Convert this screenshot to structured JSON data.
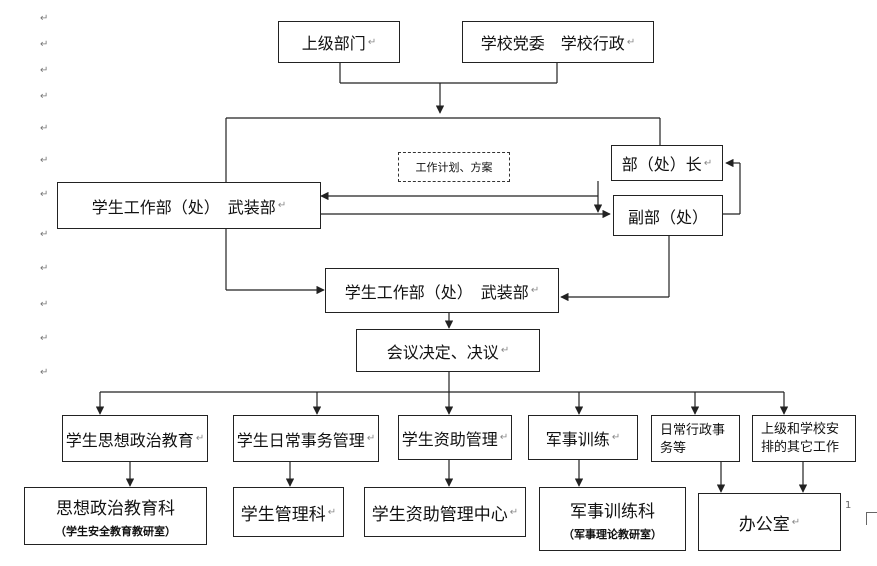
{
  "org_chart": {
    "top": {
      "superior_dept": "上级部门",
      "school_party_admin": "学校党委　学校行政"
    },
    "plan_note": "工作计划、方案",
    "department_head": "部（处）长",
    "deputy_head": "副部（处）",
    "student_affairs_upper": "学生工作部（处）　武装部",
    "student_affairs_lower": "学生工作部（处）　武装部",
    "meeting_decision": "会议决定、决议",
    "branches": [
      {
        "label": "学生思想政治教育",
        "office": "思想政治教育科",
        "office_note": "（学生安全教育教研室）"
      },
      {
        "label": "学生日常事务管理",
        "office": "学生管理科",
        "office_note": ""
      },
      {
        "label": "学生资助管理",
        "office": "学生资助管理中心",
        "office_note": ""
      },
      {
        "label": "军事训练",
        "office": "军事训练科",
        "office_note": "（军事理论教研室）"
      },
      {
        "label": "日常行政事务等",
        "office": "办公室",
        "office_note": ""
      },
      {
        "label": "上级和学校安排的其它工作",
        "office": "",
        "office_note": ""
      }
    ],
    "page_number": "1"
  },
  "colors": {
    "line": "#222222",
    "background": "#ffffff"
  }
}
